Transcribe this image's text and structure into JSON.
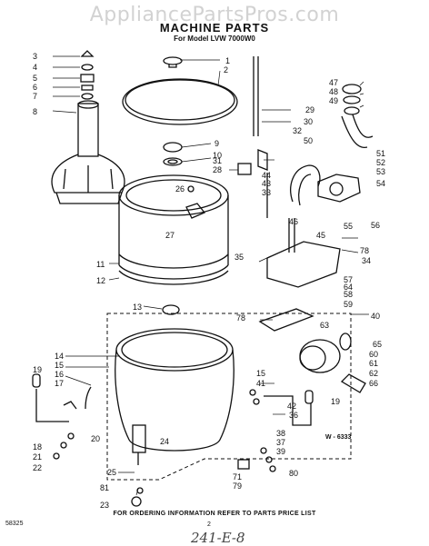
{
  "watermark": "AppliancePartsPros.com",
  "title": "MACHINE PARTS",
  "subtitle": "For Model LVW 7000W0",
  "footer": "FOR ORDERING INFORMATION REFER TO PARTS PRICE LIST",
  "page_number": "2",
  "doc_code": "58325",
  "figure_ref": "W - 6333",
  "handwriting": "241-E-8",
  "callouts": [
    "1",
    "2",
    "3",
    "4",
    "5",
    "6",
    "7",
    "8",
    "9",
    "10",
    "11",
    "12",
    "13",
    "14",
    "15",
    "16",
    "17",
    "18",
    "19",
    "19",
    "20",
    "21",
    "22",
    "23",
    "24",
    "25",
    "26",
    "27",
    "28",
    "29",
    "30",
    "31",
    "32",
    "33",
    "34",
    "35",
    "36",
    "37",
    "38",
    "39",
    "40",
    "41",
    "42",
    "43",
    "44",
    "45",
    "46",
    "47",
    "48",
    "49",
    "50",
    "51",
    "52",
    "53",
    "54",
    "55",
    "56",
    "57",
    "58",
    "59",
    "60",
    "61",
    "62",
    "63",
    "64",
    "65",
    "66",
    "71",
    "78",
    "78",
    "79",
    "80",
    "81",
    "15"
  ]
}
